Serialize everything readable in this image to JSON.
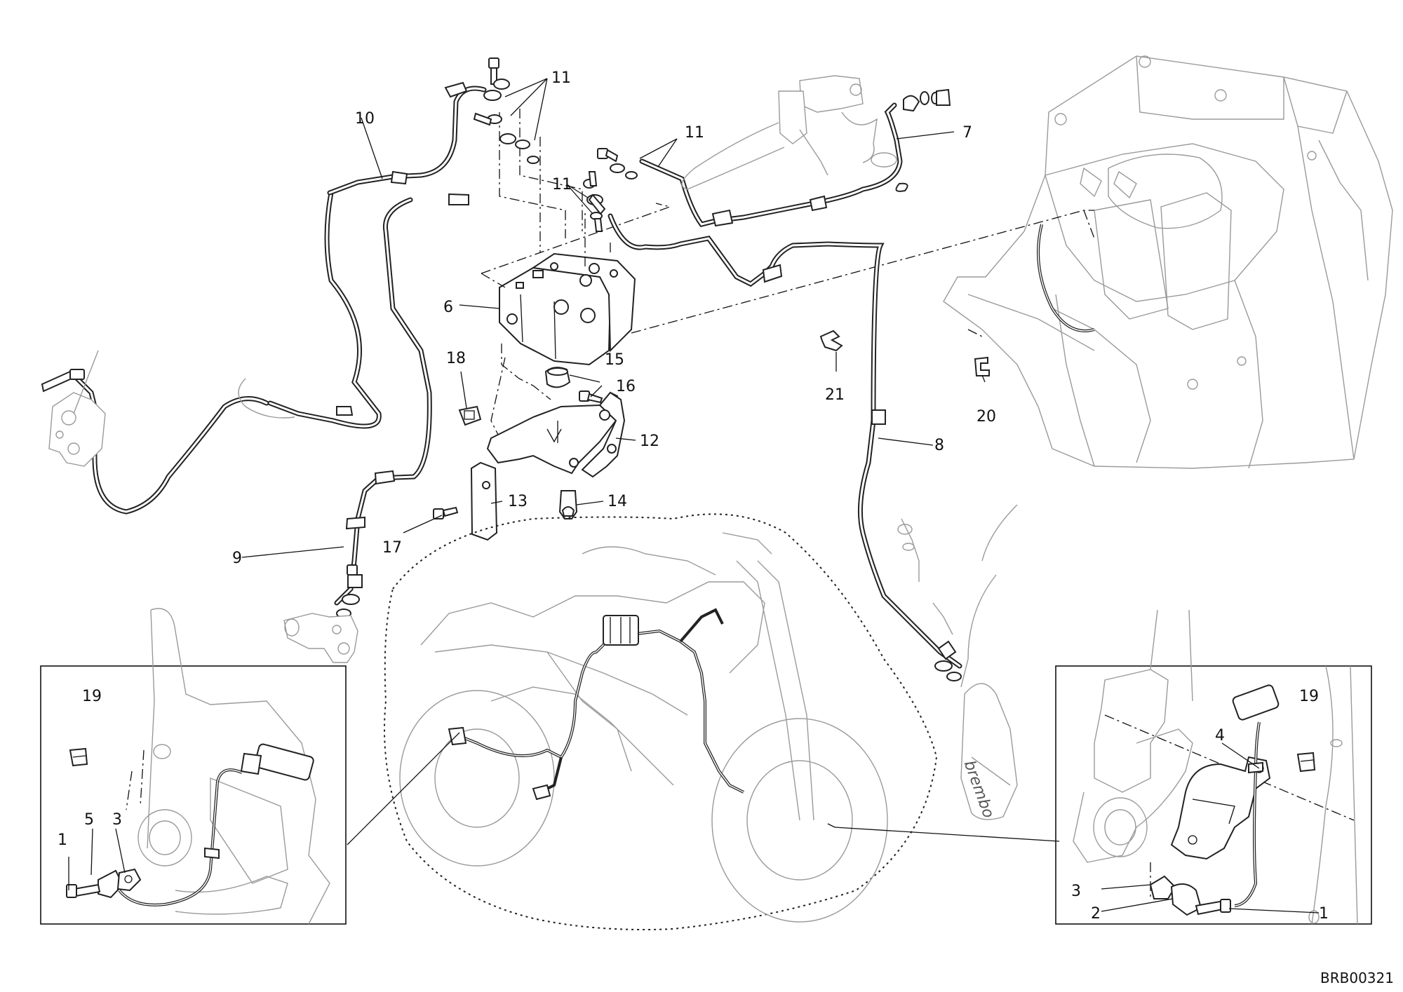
{
  "drawing_code": "BRB00321",
  "callouts": {
    "c1_left": "1",
    "c5": "5",
    "c3_left": "3",
    "c19_left": "19",
    "c19_right": "19",
    "c4": "4",
    "c3_right": "3",
    "c2": "2",
    "c1_right": "1",
    "c6": "6",
    "c7": "7",
    "c8": "8",
    "c9": "9",
    "c10": "10",
    "c11_a": "11",
    "c11_b": "11",
    "c11_c": "11",
    "c12": "12",
    "c13": "13",
    "c14": "14",
    "c15": "15",
    "c16": "16",
    "c17": "17",
    "c18": "18",
    "c20": "20",
    "c21": "21"
  }
}
